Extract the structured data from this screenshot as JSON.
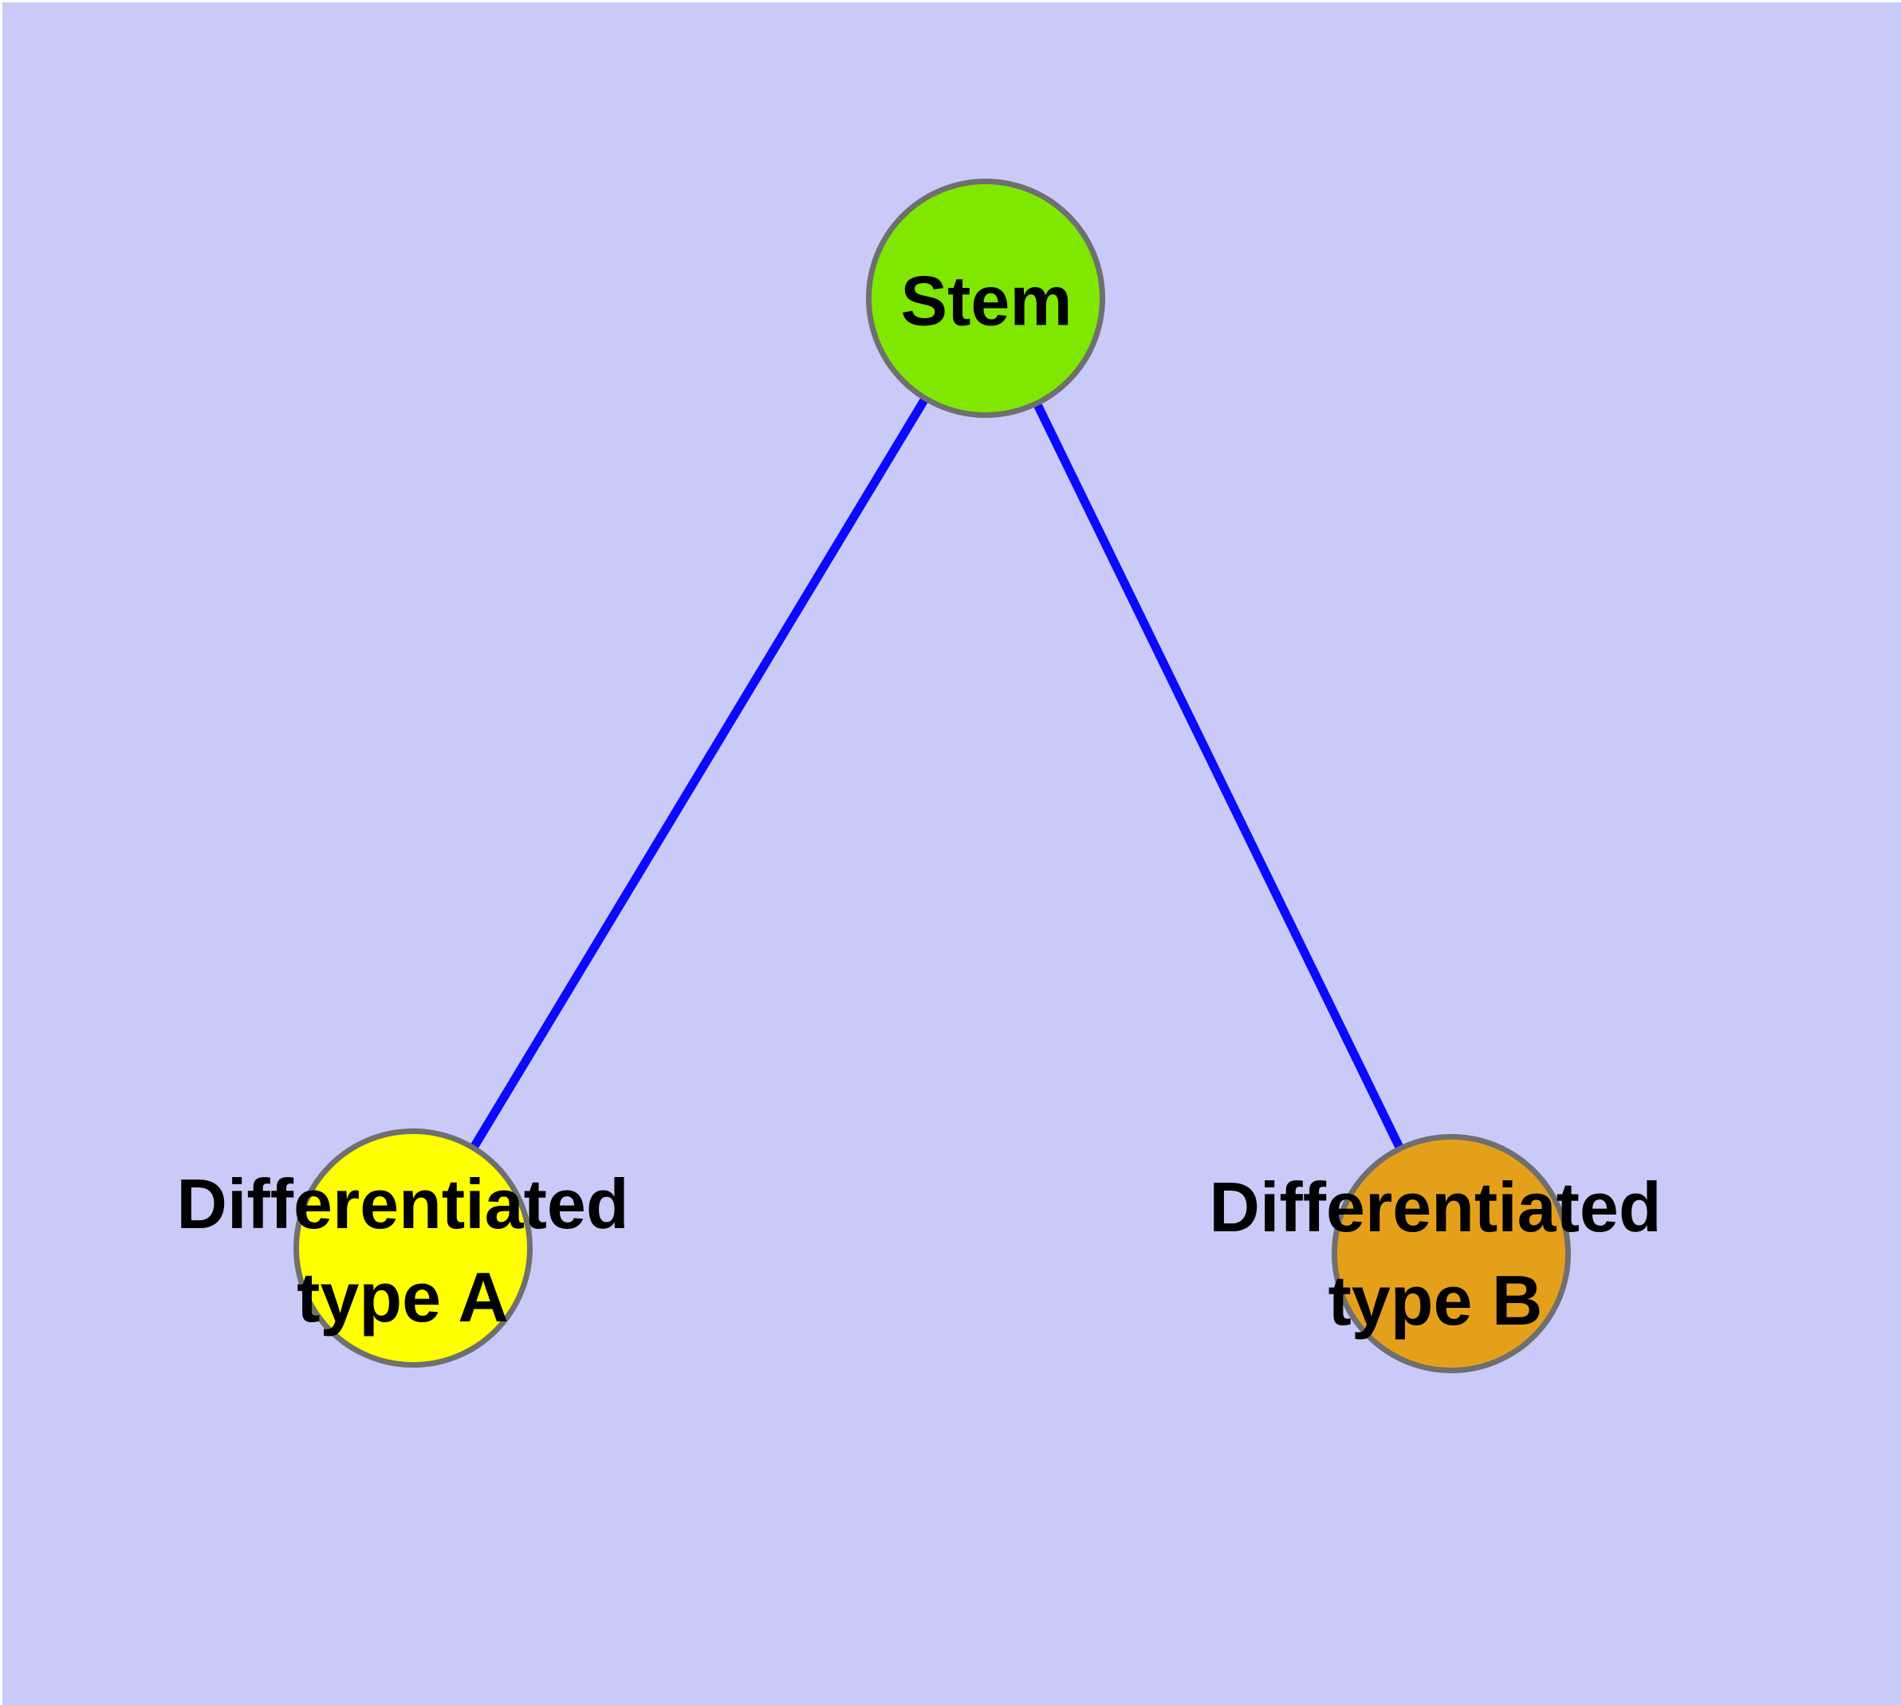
{
  "diagram": {
    "background_color": "#cacaf9",
    "edge_color": "#0a0aff",
    "node_border_color": "#6f6f6f",
    "nodes": {
      "stem": {
        "label": "Stem",
        "fill": "#80e800"
      },
      "type_a": {
        "label_line1": "Differentiated",
        "label_line2": "type A",
        "fill": "#ffff00"
      },
      "type_b": {
        "label_line1": "Differentiated",
        "label_line2": "type B",
        "fill": "#e5a01b"
      }
    },
    "edges": [
      {
        "from": "Stem",
        "to": "Differentiated type A"
      },
      {
        "from": "Stem",
        "to": "Differentiated type B"
      }
    ]
  }
}
